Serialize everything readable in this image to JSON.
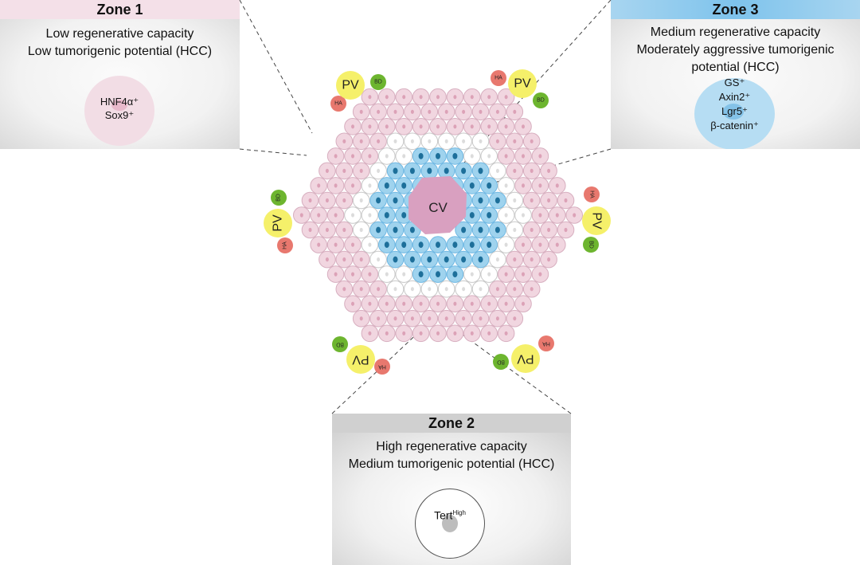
{
  "zone1": {
    "title": "Zone 1",
    "line1": "Low regenerative capacity",
    "line2": "Low tumorigenic potential (HCC)",
    "markers": [
      "HNF4α⁺",
      "Sox9⁺"
    ]
  },
  "zone3": {
    "title": "Zone 3",
    "line1": "Medium regenerative capacity",
    "line2": "Moderately aggressive tumorigenic",
    "line3": "potential (HCC)",
    "markers": [
      "GS⁺",
      "Axin2⁺",
      "Lgr5⁺",
      "β-catenin⁺"
    ]
  },
  "zone2": {
    "title": "Zone 2",
    "line1": "High regenerative capacity",
    "line2": "Medium tumorigenic potential (HCC)",
    "marker_base": "Tert",
    "marker_sup": "High"
  },
  "lobule": {
    "central_vein": "CV",
    "portal_vein": "PV",
    "hepatic_artery": "HA",
    "bile_duct": "BD"
  },
  "colors": {
    "zone1_cell": "#f1d6e0",
    "zone2_cell": "#ffffff",
    "zone3_cell": "#9fd3ee",
    "central_vein": "#d9a0c0",
    "portal_vein": "#f5f06a",
    "hepatic_artery": "#e8786e",
    "bile_duct": "#6db52f"
  }
}
